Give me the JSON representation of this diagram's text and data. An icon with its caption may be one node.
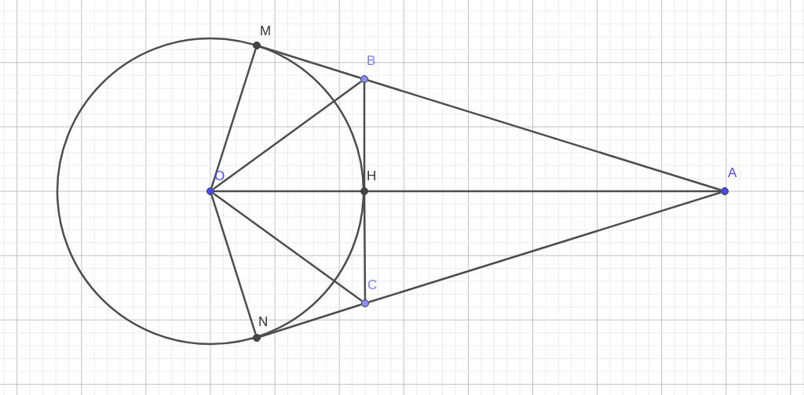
{
  "diagram": {
    "nodes": [
      {
        "text": [
          "O"
        ]
      },
      {
        "text": [
          "M"
        ]
      },
      {
        "text": [
          "B"
        ]
      },
      {
        "text": [
          "H"
        ]
      },
      {
        "text": [
          "A"
        ]
      },
      {
        "text": [
          "C"
        ]
      },
      {
        "text": [
          "N"
        ]
      }
    ],
    "edges": [
      {
        "from": 0,
        "to": 1,
        "arrow": "none"
      },
      {
        "from": 1,
        "to": 2,
        "arrow": "none"
      },
      {
        "from": 0,
        "to": 2,
        "arrow": "none"
      },
      {
        "from": 2,
        "to": 4,
        "arrow": "none"
      },
      {
        "from": 0,
        "to": 3,
        "arrow": "none"
      },
      {
        "from": 3,
        "to": 4,
        "arrow": "none"
      },
      {
        "from": 2,
        "to": 3,
        "arrow": "none"
      },
      {
        "from": 3,
        "to": 5,
        "arrow": "none"
      },
      {
        "from": 0,
        "to": 5,
        "arrow": "none"
      },
      {
        "from": 0,
        "to": 6,
        "arrow": "none"
      },
      {
        "from": 6,
        "to": 5,
        "arrow": "none"
      },
      {
        "from": 5,
        "to": 4,
        "arrow": "none"
      }
    ]
  }
}
